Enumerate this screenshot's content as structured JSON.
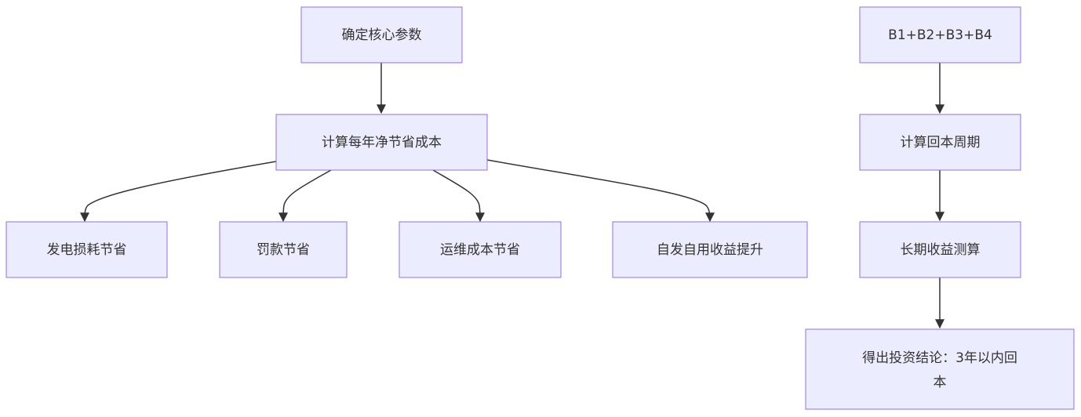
{
  "diagram": {
    "type": "flowchart",
    "direction": "top-down",
    "colors": {
      "node_fill": "#ECECFF",
      "node_stroke": "#9370DB",
      "edge": "#333333",
      "text": "#333333"
    },
    "nodes": {
      "core_params": "确定核心参数",
      "annual_saving": "计算每年净节省成本",
      "gen_loss_saving": "发电损耗节省",
      "penalty_saving": "罚款节省",
      "om_saving": "运维成本节省",
      "self_use_gain": "自发自用收益提升",
      "sum_b": "B1+B2+B3+B4",
      "payback": "计算回本周期",
      "long_term": "长期收益测算",
      "conclusion_line1": "得出投资结论：3年以内回",
      "conclusion_line2": "本"
    },
    "edges": [
      [
        "core_params",
        "annual_saving"
      ],
      [
        "annual_saving",
        "gen_loss_saving"
      ],
      [
        "annual_saving",
        "penalty_saving"
      ],
      [
        "annual_saving",
        "om_saving"
      ],
      [
        "annual_saving",
        "self_use_gain"
      ],
      [
        "sum_b",
        "payback"
      ],
      [
        "payback",
        "long_term"
      ],
      [
        "long_term",
        "conclusion"
      ]
    ]
  }
}
